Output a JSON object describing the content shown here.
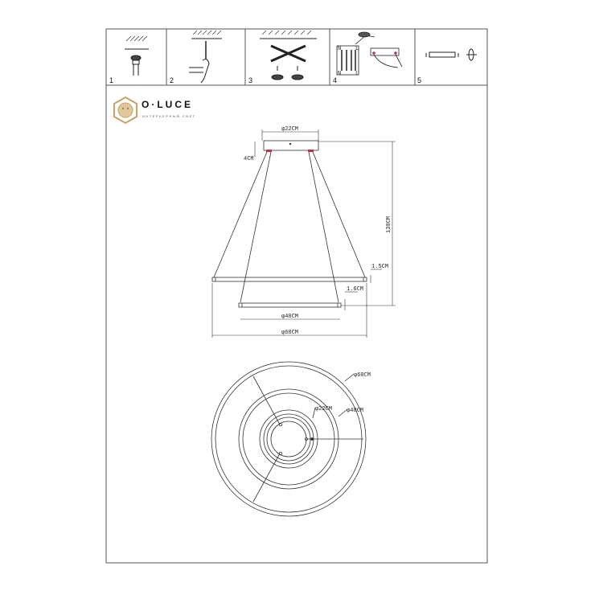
{
  "steps": [
    {
      "number": "1",
      "icon": "ceiling-mount-screw-icon"
    },
    {
      "number": "2",
      "icon": "hammer-anchor-icon"
    },
    {
      "number": "3",
      "icon": "cross-bracket-icon"
    },
    {
      "number": "4",
      "icon": "wiring-terminal-icon"
    },
    {
      "number": "5",
      "icon": "canopy-fixing-icon"
    }
  ],
  "wiring": {
    "n_top": "N",
    "l_top": "L",
    "n_bottom": "N",
    "l_bottom": "L"
  },
  "brand": {
    "name": "O·LUCE",
    "tagline": "ИНТЕРЬЕРНЫЙ СВЕТ",
    "color": "#c9a26a"
  },
  "side_view": {
    "canopy_diameter": "φ22CM",
    "canopy_height": "4CM",
    "total_height": "130CM",
    "upper_ring_thickness": "1.5CM",
    "lower_ring_thickness": "1.6CM",
    "lower_ring_diameter": "φ40CM",
    "upper_ring_diameter": "φ60CM",
    "mount_color": "#b5374a"
  },
  "top_view": {
    "outer_diameter": "φ60CM",
    "canopy_diameter": "φ22CM",
    "inner_diameter": "φ40CM"
  }
}
